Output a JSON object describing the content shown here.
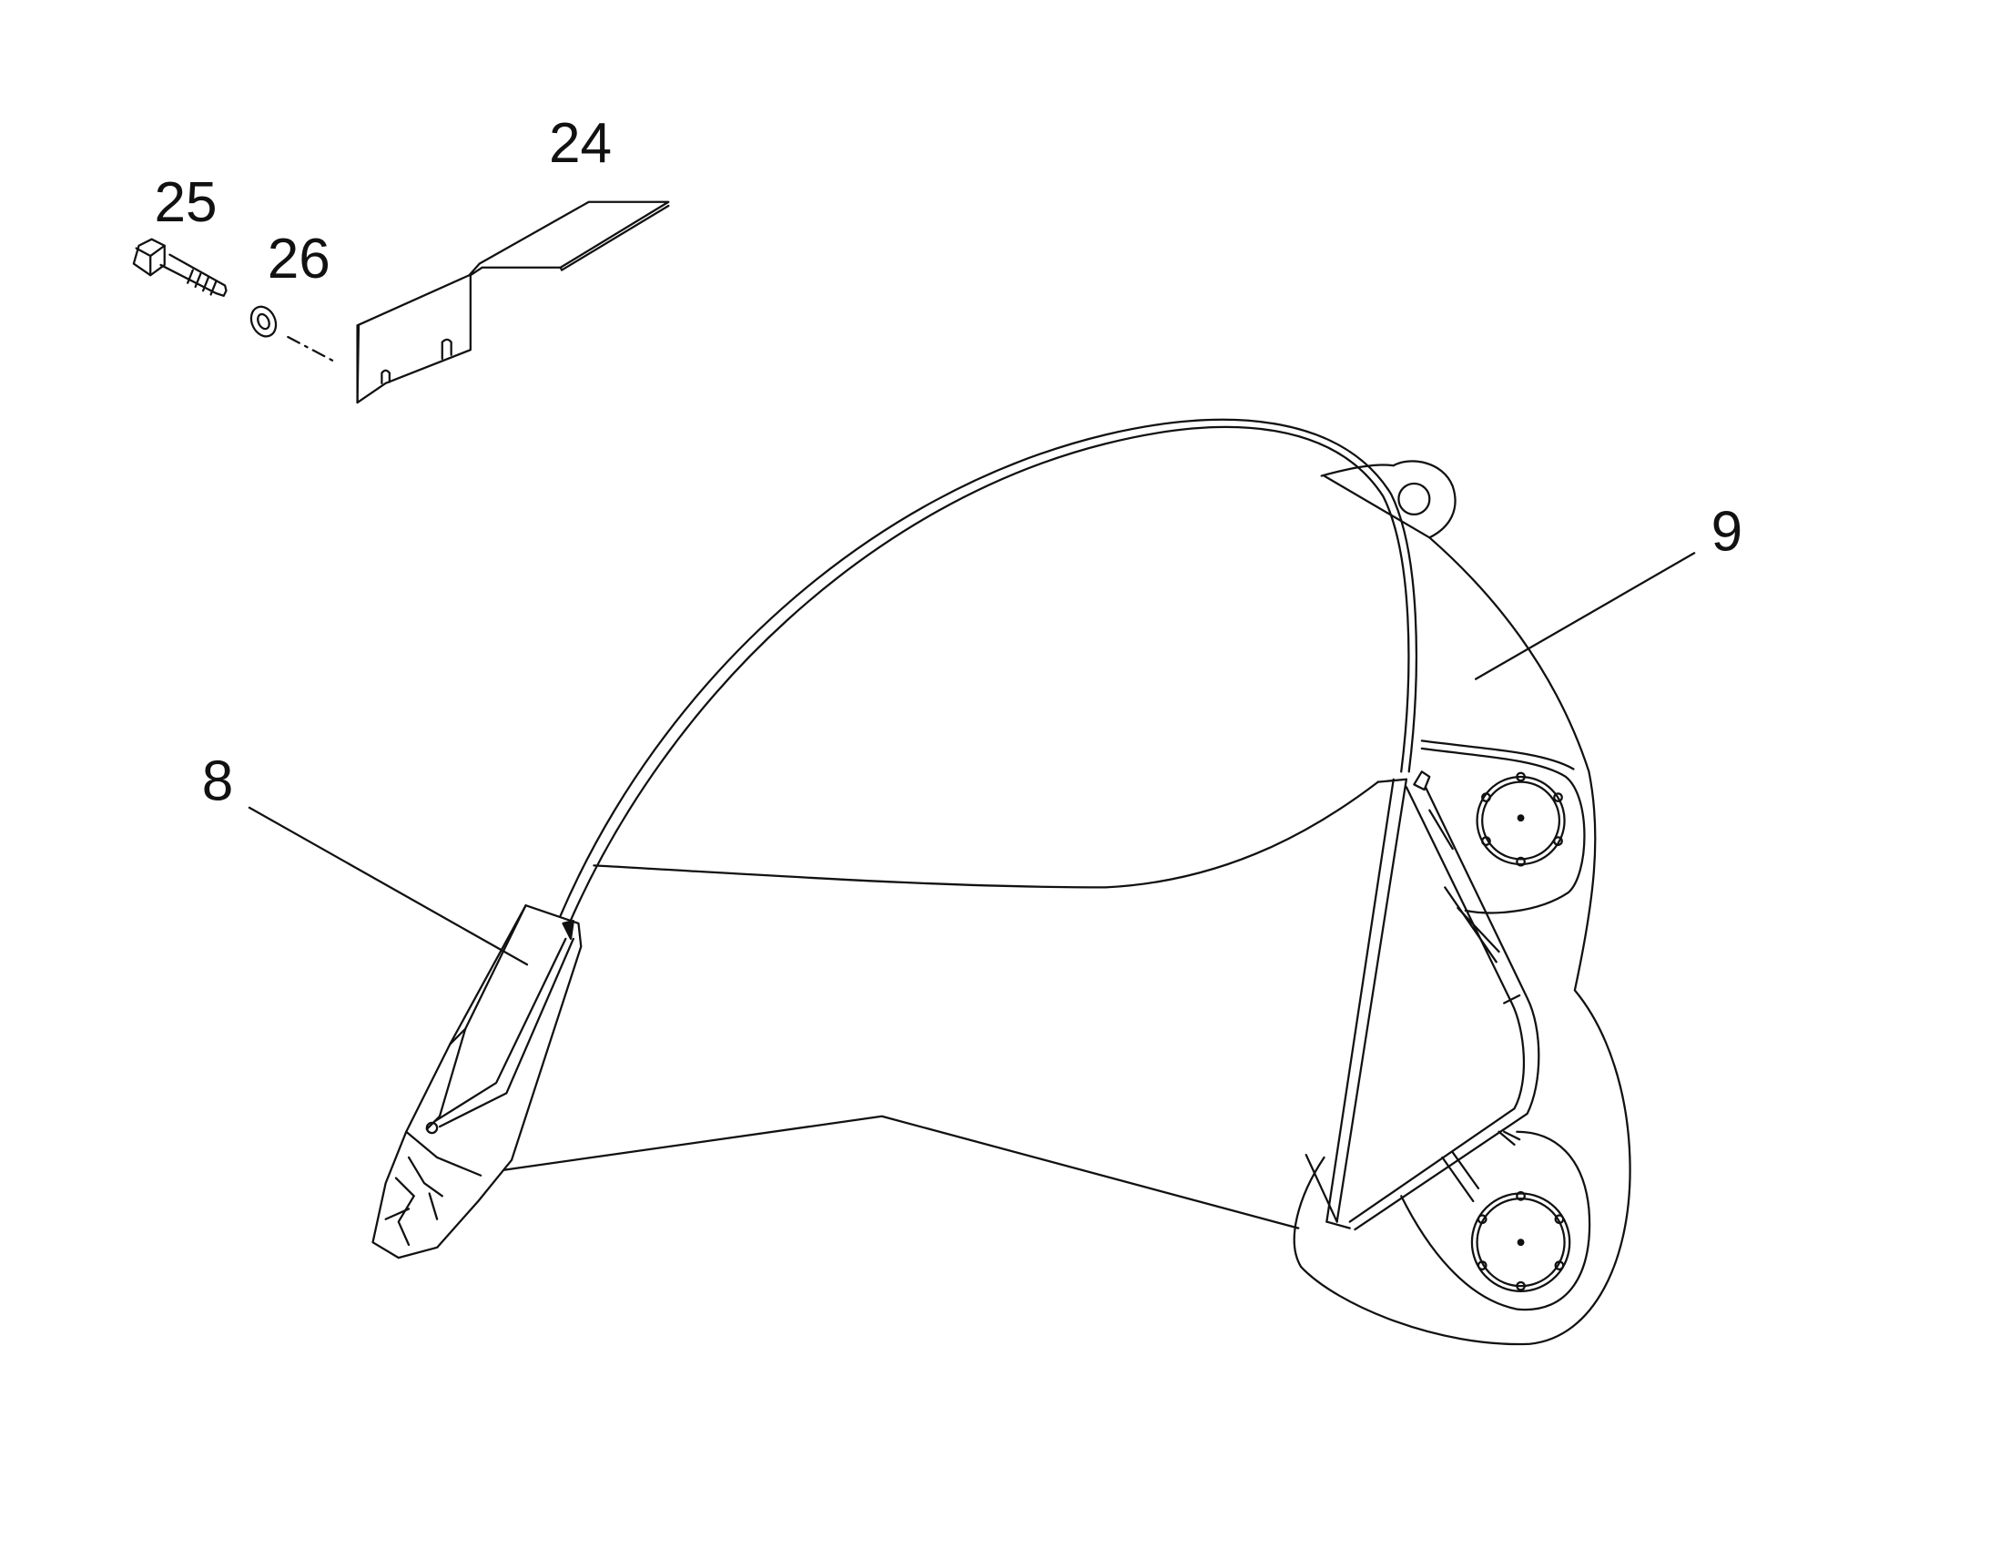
{
  "diagram": {
    "callouts": [
      {
        "id": "24",
        "label": "24"
      },
      {
        "id": "25",
        "label": "25"
      },
      {
        "id": "26",
        "label": "26"
      },
      {
        "id": "9",
        "label": "9"
      },
      {
        "id": "8",
        "label": "8"
      }
    ],
    "colors": {
      "line": "#111111",
      "background": "#ffffff",
      "fill": "#ffffff"
    }
  }
}
